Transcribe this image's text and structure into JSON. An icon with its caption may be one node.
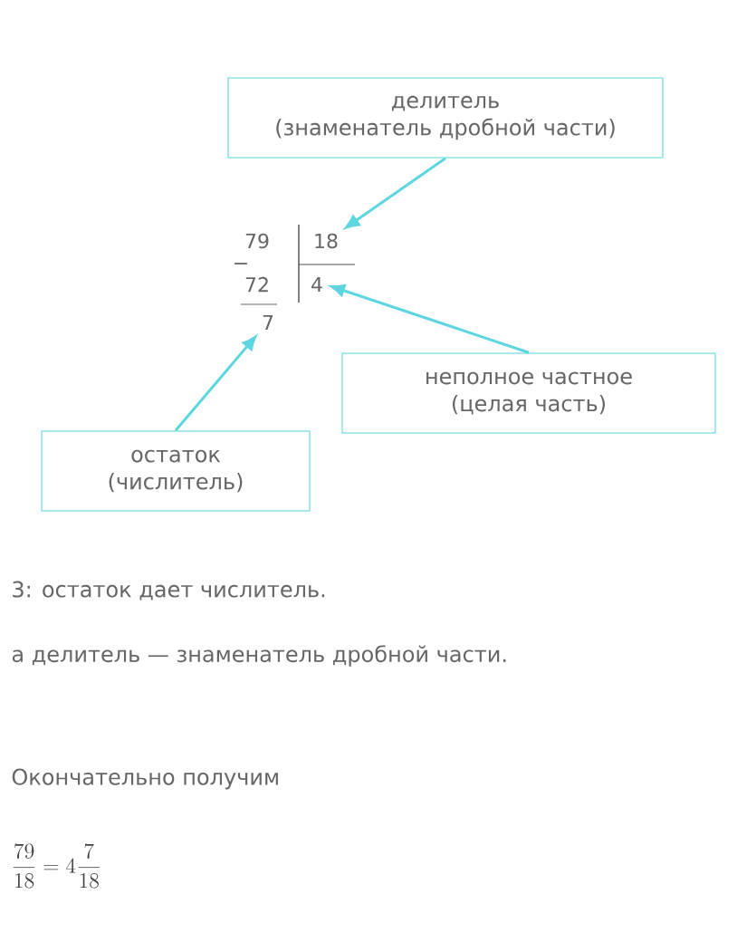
{
  "diagram": {
    "nodes": [
      {
        "text": [
          "делитель",
          "(знаменатель дробной части)"
        ]
      },
      {
        "text": [
          "18"
        ]
      },
      {
        "text": [
          "4"
        ]
      },
      {
        "text": [
          "7"
        ]
      },
      {
        "text": [
          "неполное частное",
          "(целая часть)"
        ]
      },
      {
        "text": [
          "остаток",
          "(числитель)"
        ]
      }
    ],
    "edges": [
      {
        "from": 0,
        "to": 1,
        "arrow": "to"
      },
      {
        "from": 4,
        "to": 2,
        "arrow": "to"
      },
      {
        "from": 5,
        "to": 3,
        "arrow": "to"
      }
    ],
    "labels": [
      "−",
      "79",
      "72",
      "3: остаток дает числитель.",
      "а делитель — знаменатель дробной части.",
      "Окончательно получим",
      "\\frac{79}{18} = 4\\frac{7}{18}"
    ]
  }
}
